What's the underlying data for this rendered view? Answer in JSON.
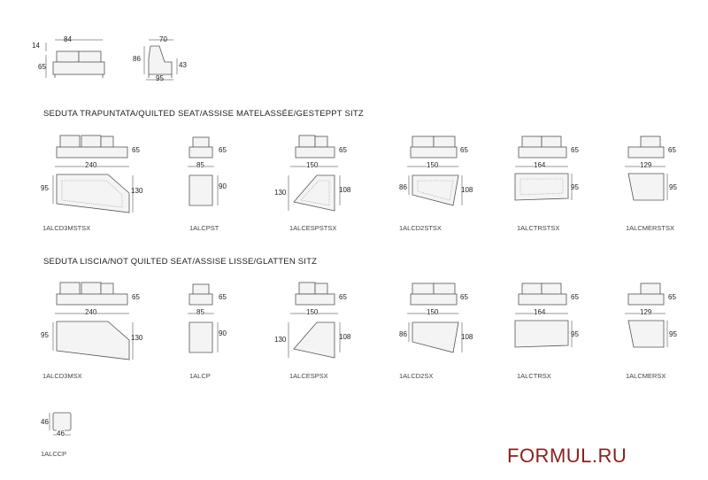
{
  "sections": {
    "quilted_title": "SEDUTA TRAPUNTATA/QUILTED SEAT/ASSISE MATELASSÉE/GESTEPPT SITZ",
    "plain_title": "SEDUTA LISCIA/NOT QUILTED SEAT/ASSISE LISSE/GLATTEN SITZ"
  },
  "overview": {
    "front": {
      "width": "84",
      "seat": "14",
      "height": "65"
    },
    "side": {
      "top": "70",
      "height": "86",
      "seat": "43",
      "depth": "95"
    }
  },
  "quilted_items": [
    {
      "code": "1ALCD3MSTSX",
      "width": "240",
      "height": "65",
      "depth_left": "95",
      "depth_right": "130"
    },
    {
      "code": "1ALCPST",
      "width": "85",
      "height": "65",
      "depth_right": "90"
    },
    {
      "code": "1ALCESPSTSX",
      "width": "150",
      "height": "65",
      "depth_left": "130",
      "depth_right": "108"
    },
    {
      "code": "1ALCD2STSX",
      "width": "150",
      "height": "65",
      "depth_left": "86",
      "depth_right": "108"
    },
    {
      "code": "1ALCTRSTSX",
      "width": "164",
      "height": "65",
      "depth_right": "95"
    },
    {
      "code": "1ALCMERSTSX",
      "width": "129",
      "height": "65",
      "depth_right": "95"
    }
  ],
  "plain_items": [
    {
      "code": "1ALCD3MSX",
      "width": "240",
      "height": "65",
      "depth_left": "95",
      "depth_right": "130"
    },
    {
      "code": "1ALCP",
      "width": "85",
      "height": "65",
      "depth_right": "90"
    },
    {
      "code": "1ALCESPSX",
      "width": "150",
      "height": "65",
      "depth_left": "130",
      "depth_right": "108"
    },
    {
      "code": "1ALCD2SX",
      "width": "150",
      "height": "65",
      "depth_left": "86",
      "depth_right": "108"
    },
    {
      "code": "1ALCTRSX",
      "width": "164",
      "height": "65",
      "depth_right": "95"
    },
    {
      "code": "1ALCMERSX",
      "width": "129",
      "height": "65",
      "depth_right": "95"
    }
  ],
  "cushion": {
    "code": "1ALCCP",
    "height": "46",
    "width": "46"
  },
  "brand": "FORMUL.RU"
}
